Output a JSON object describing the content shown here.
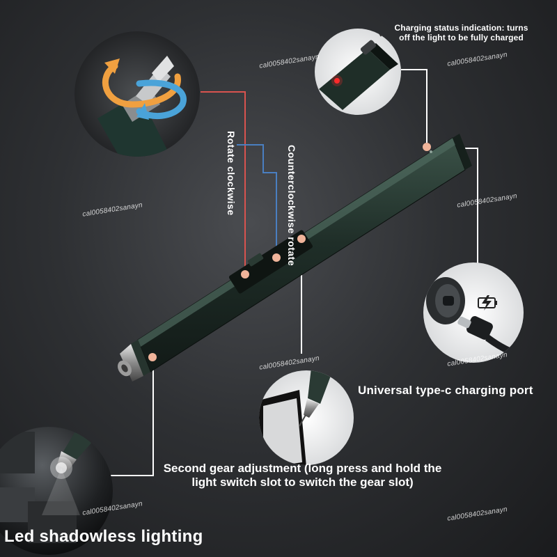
{
  "labels": {
    "charging_status": "Charging status indication: turns off the light to be fully charged",
    "rotate_clockwise": "Rotate clockwise",
    "counterclockwise": "Counterclockwise rotate",
    "charging_port": "Universal type-c charging port",
    "gear_adjustment": "Second gear adjustment (long press and hold the light switch slot to switch the gear slot)",
    "led_lighting": "Led shadowless lighting"
  },
  "watermark": "cal0058402sanayn",
  "colors": {
    "body_green": "#1f2e28",
    "rotate_line": "#d9534f",
    "ccw_line": "#4a7fc1",
    "leader_line": "#ffffff",
    "dot": "#f0b49a"
  },
  "icons": [
    "battery-charging-icon",
    "rotation-arrows-icon",
    "led-indicator-icon",
    "usb-c-cable-icon"
  ]
}
